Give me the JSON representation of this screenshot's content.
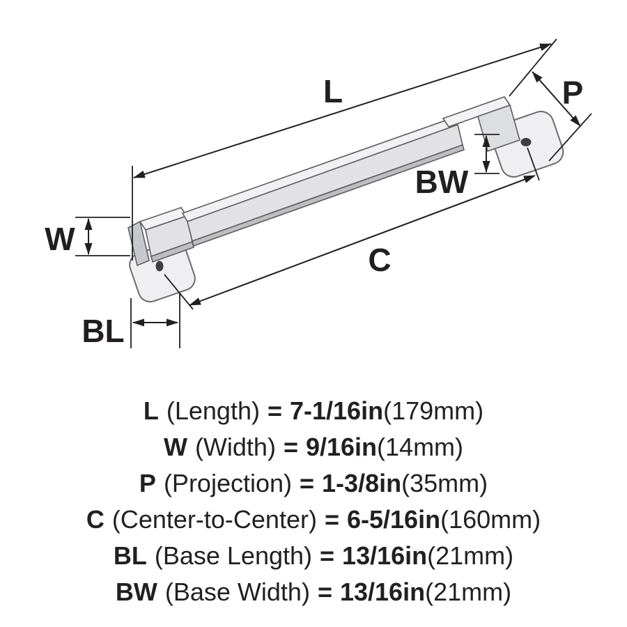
{
  "diagram": {
    "labels": {
      "l": "L",
      "w": "W",
      "p": "P",
      "c": "C",
      "bl": "BL",
      "bw": "BW"
    }
  },
  "specs": {
    "rows": [
      {
        "abbr": "L",
        "name": "(Length)",
        "equals": "=",
        "value": "7-1/16in",
        "metric": "(179mm)"
      },
      {
        "abbr": "W",
        "name": "(Width)",
        "equals": "=",
        "value": "9/16in",
        "metric": "(14mm)"
      },
      {
        "abbr": "P",
        "name": "(Projection)",
        "equals": "=",
        "value": "1-3/8in",
        "metric": "(35mm)"
      },
      {
        "abbr": "C",
        "name": "(Center-to-Center)",
        "equals": "=",
        "value": "6-5/16in",
        "metric": "(160mm)"
      },
      {
        "abbr": "BL",
        "name": "(Base Length)",
        "equals": "=",
        "value": "13/16in",
        "metric": "(21mm)"
      },
      {
        "abbr": "BW",
        "name": "(Base Width)",
        "equals": "=",
        "value": "13/16in",
        "metric": "(21mm)"
      }
    ]
  },
  "colors": {
    "line": "#231f20",
    "text": "#231f20",
    "metal_top": "#f3f3f5",
    "metal_front": "#e2e2e5",
    "metal_side": "#c7c8cb",
    "metal_bottom": "#bdbec1",
    "base_fill": "#efeff1",
    "screw_hole": "#3f3f41"
  }
}
